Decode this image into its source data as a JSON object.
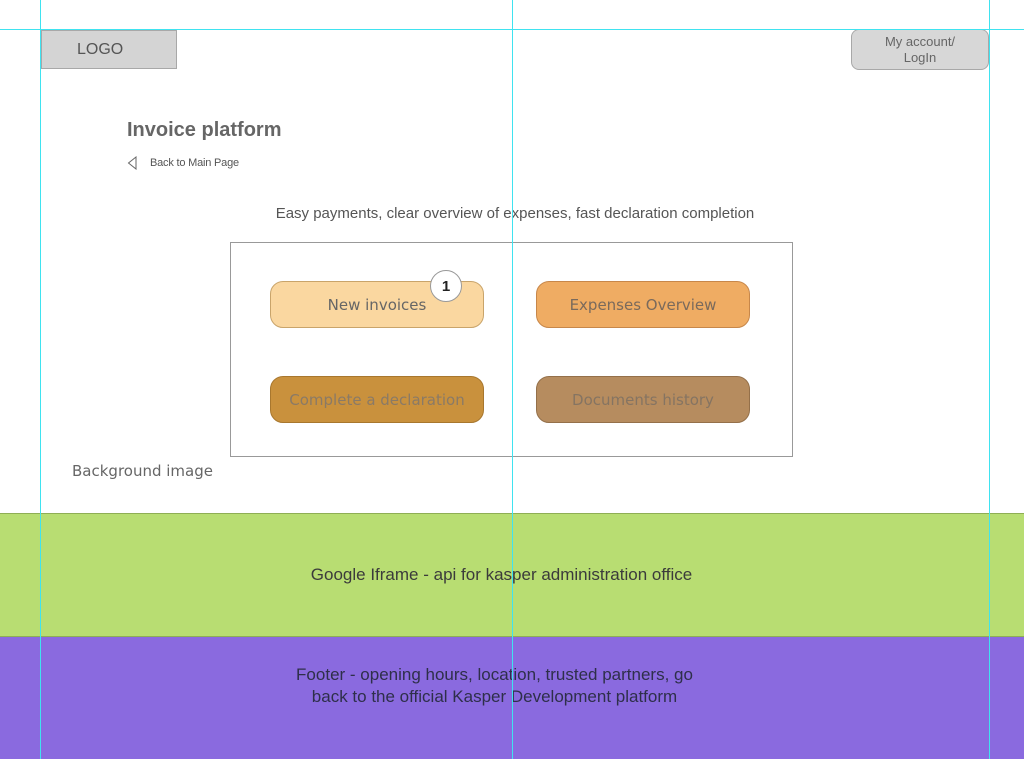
{
  "header": {
    "logo_text": "LOGO",
    "account_line_1": "My account/",
    "account_line_2": "LogIn"
  },
  "page": {
    "title": "Invoice platform",
    "back_label": "Back to Main Page",
    "tagline": "Easy payments, clear overview of expenses, fast declaration completion"
  },
  "actions": {
    "new_invoices": {
      "label": "New invoices",
      "badge": "1",
      "color": "#fad7a0"
    },
    "expenses_overview": {
      "label": "Expenses Overview",
      "color": "#efac63"
    },
    "complete_declaration": {
      "label": "Complete a declaration",
      "color": "#c9913d"
    },
    "documents_history": {
      "label": "Documents history",
      "color": "#b68c5f"
    }
  },
  "background_note": "Background image",
  "iframe_band": {
    "label": "Google Iframe - api for kasper administration office",
    "color": "#b8dd72"
  },
  "footer": {
    "line_1": "Footer - opening hours, location, trusted partners, go",
    "line_2": "back to the official Kasper Development platform",
    "color": "#8a6adf"
  },
  "guides": {
    "color": "#3fe3f0"
  }
}
